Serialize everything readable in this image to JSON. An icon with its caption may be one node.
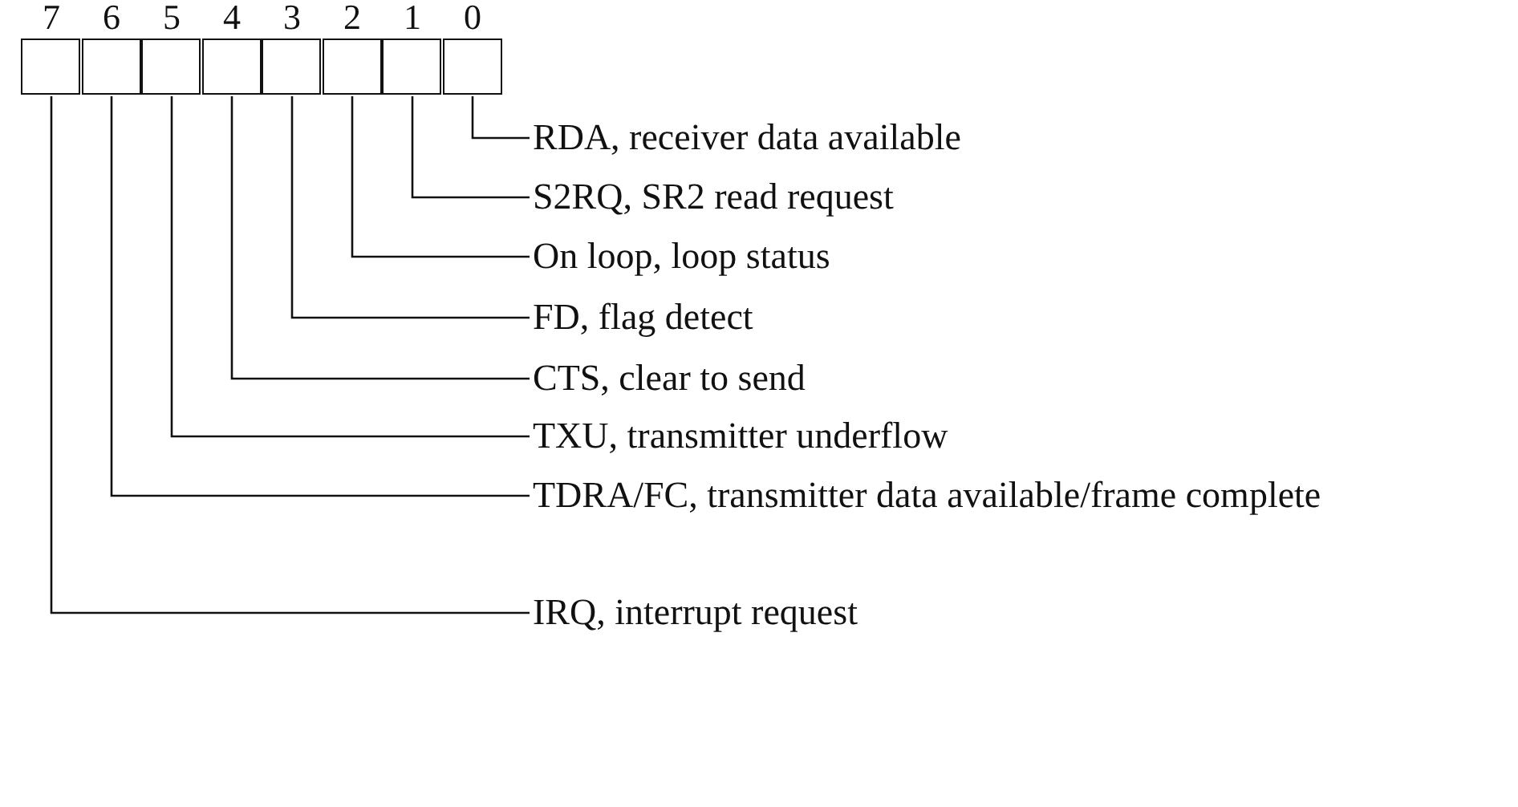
{
  "diagram": {
    "nodes": [
      {
        "text": [
          "7"
        ]
      },
      {
        "text": [
          "6"
        ]
      },
      {
        "text": [
          "5"
        ]
      },
      {
        "text": [
          "4"
        ]
      },
      {
        "text": [
          "3"
        ]
      },
      {
        "text": [
          "2"
        ]
      },
      {
        "text": [
          "1"
        ]
      },
      {
        "text": [
          "0"
        ]
      },
      {
        "text": [
          "RDA, receiver data available"
        ]
      },
      {
        "text": [
          "S2RQ, SR2 read request"
        ]
      },
      {
        "text": [
          "On loop, loop status"
        ]
      },
      {
        "text": [
          "FD, flag detect"
        ]
      },
      {
        "text": [
          "CTS, clear to send"
        ]
      },
      {
        "text": [
          "TXU, transmitter underflow"
        ]
      },
      {
        "text": [
          "TDRA/FC, transmitter data available/frame complete"
        ]
      },
      {
        "text": [
          "IRQ, interrupt request"
        ]
      }
    ],
    "edges": [
      {
        "from": 8,
        "to": 7,
        "arrow": "none"
      },
      {
        "from": 9,
        "to": 6,
        "arrow": "none"
      },
      {
        "from": 10,
        "to": 5,
        "arrow": "none"
      },
      {
        "from": 11,
        "to": 4,
        "arrow": "none"
      },
      {
        "from": 12,
        "to": 3,
        "arrow": "none"
      },
      {
        "from": 13,
        "to": 2,
        "arrow": "none"
      },
      {
        "from": 14,
        "to": 1,
        "arrow": "none"
      },
      {
        "from": 15,
        "to": 0,
        "arrow": "none"
      }
    ]
  }
}
